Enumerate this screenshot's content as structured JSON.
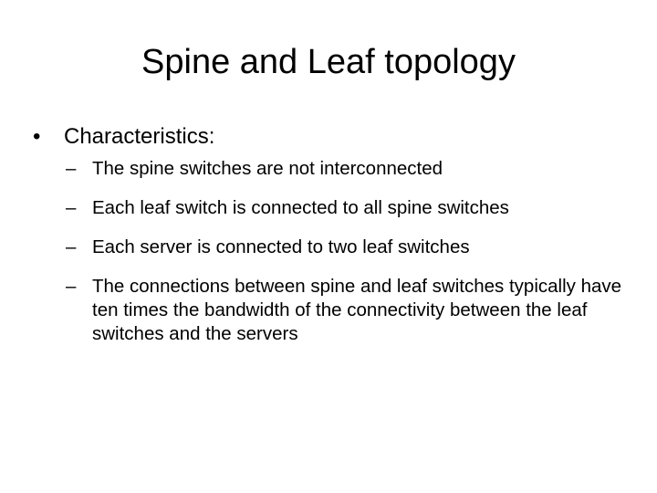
{
  "slide": {
    "title": "Spine and Leaf topology",
    "bullet": {
      "marker": "•",
      "label": "Characteristics:"
    },
    "sub_marker": "–",
    "sub_items": [
      "The spine switches are not interconnected",
      "Each leaf switch is connected to all spine switches",
      "Each server is connected to two leaf switches",
      "The connections between spine and leaf switches typically have ten times the bandwidth of the connectivity between the leaf switches and the servers"
    ]
  }
}
